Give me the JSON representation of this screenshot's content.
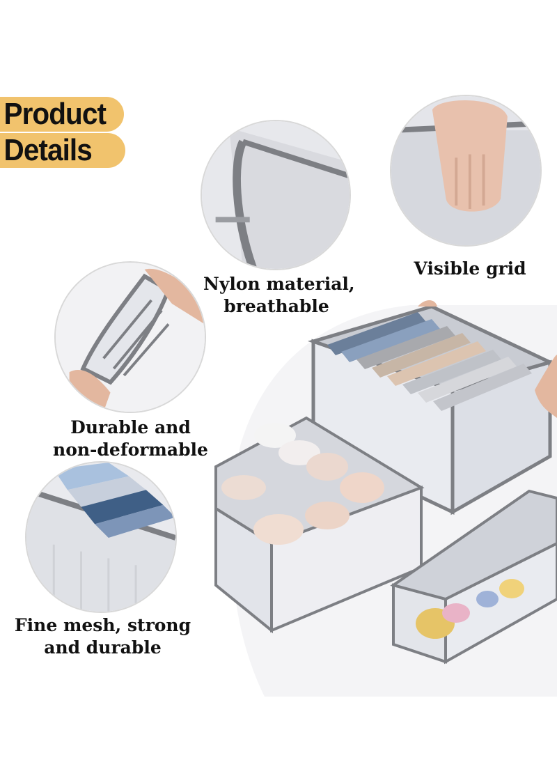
{
  "header": {
    "line1": "Product",
    "line2": "Details"
  },
  "features": [
    {
      "line1": "Nylon material,",
      "line2": "breathable"
    },
    {
      "line1": "Visible grid",
      "line2": ""
    },
    {
      "line1": "Durable and",
      "line2": "non-deformable"
    },
    {
      "line1": "Fine mesh, strong",
      "line2": "and durable"
    }
  ],
  "colors": {
    "accent": "#f1c36d",
    "trim": "#7d7f84",
    "mesh": "#e6e8ee",
    "text": "#111111"
  }
}
